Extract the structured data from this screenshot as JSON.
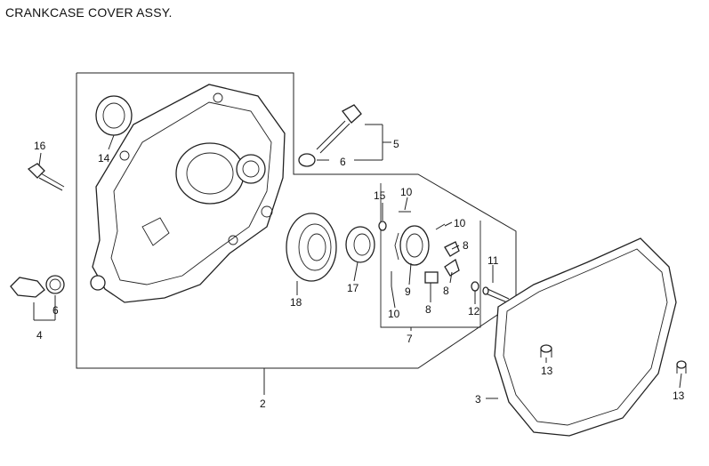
{
  "title": "CRANKCASE COVER ASSY.",
  "callouts": {
    "c2": "2",
    "c3": "3",
    "c4": "4",
    "c5": "5",
    "c6a": "6",
    "c6b": "6",
    "c7": "7",
    "c8a": "8",
    "c8b": "8",
    "c8c": "8",
    "c9": "9",
    "c10a": "10",
    "c10b": "10",
    "c10c": "10",
    "c11": "11",
    "c12": "12",
    "c13a": "13",
    "c13b": "13",
    "c14": "14",
    "c15": "15",
    "c16": "16",
    "c17": "17",
    "c18": "18"
  }
}
